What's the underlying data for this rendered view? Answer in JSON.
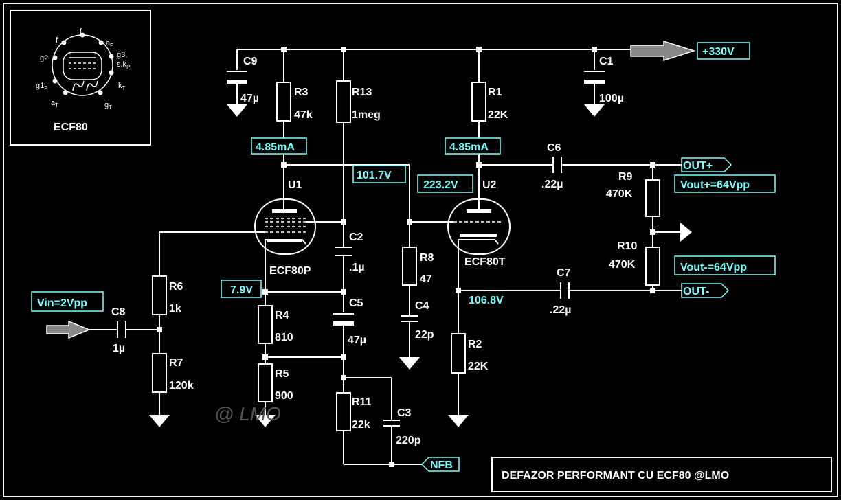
{
  "title": "DEFAZOR PERFORMANT CU ECF80 @LMO",
  "watermark": "@ LMO",
  "tube_inset": {
    "name": "ECF80",
    "pins": [
      "f",
      "f",
      "a",
      "g3,",
      "s,k",
      "k",
      "g",
      "a",
      "g1",
      "g2"
    ],
    "pin_subscripts": [
      "",
      "",
      "P",
      "",
      "P",
      "T",
      "T",
      "T",
      "P",
      ""
    ]
  },
  "supply": "+330V",
  "input": "Vin=2Vpp",
  "outputs": {
    "out_plus": "OUT+",
    "out_minus": "OUT-",
    "nfb": "NFB",
    "vout_plus": "Vout+=64Vpp",
    "vout_minus": "Vout-=64Vpp"
  },
  "measurements": {
    "i_u1": "4.85mA",
    "i_u2": "4.85mA",
    "v_u1_grid_node": "101.7V",
    "v_u2_anode": "223.2V",
    "v_u1_cathode": "7.9V",
    "v_u2_cathode": "106.8V"
  },
  "tubes": {
    "u1": {
      "ref": "U1",
      "type": "ECF80P"
    },
    "u2": {
      "ref": "U2",
      "type": "ECF80T"
    }
  },
  "components": {
    "c9": {
      "ref": "C9",
      "value": "47µ"
    },
    "c1": {
      "ref": "C1",
      "value": "100µ"
    },
    "r3": {
      "ref": "R3",
      "value": "47k"
    },
    "r13": {
      "ref": "R13",
      "value": "1meg"
    },
    "r1": {
      "ref": "R1",
      "value": "22K"
    },
    "c6": {
      "ref": "C6",
      "value": ".22µ"
    },
    "r9": {
      "ref": "R9",
      "value": "470K"
    },
    "r10": {
      "ref": "R10",
      "value": "470K"
    },
    "c7": {
      "ref": "C7",
      "value": ".22µ"
    },
    "c2": {
      "ref": "C2",
      "value": ".1µ"
    },
    "r8": {
      "ref": "R8",
      "value": "47"
    },
    "c4": {
      "ref": "C4",
      "value": "22p"
    },
    "r6": {
      "ref": "R6",
      "value": "1k"
    },
    "c8": {
      "ref": "C8",
      "value": "1µ"
    },
    "r7": {
      "ref": "R7",
      "value": "120k"
    },
    "r4": {
      "ref": "R4",
      "value": "810"
    },
    "c5": {
      "ref": "C5",
      "value": "47µ"
    },
    "r5": {
      "ref": "R5",
      "value": "900"
    },
    "r11": {
      "ref": "R11",
      "value": "22k"
    },
    "c3": {
      "ref": "C3",
      "value": "220p"
    },
    "r2": {
      "ref": "R2",
      "value": "22K"
    }
  },
  "colors": {
    "background": "#000000",
    "wire": "#ffffff",
    "annotation": "#77ffff"
  }
}
